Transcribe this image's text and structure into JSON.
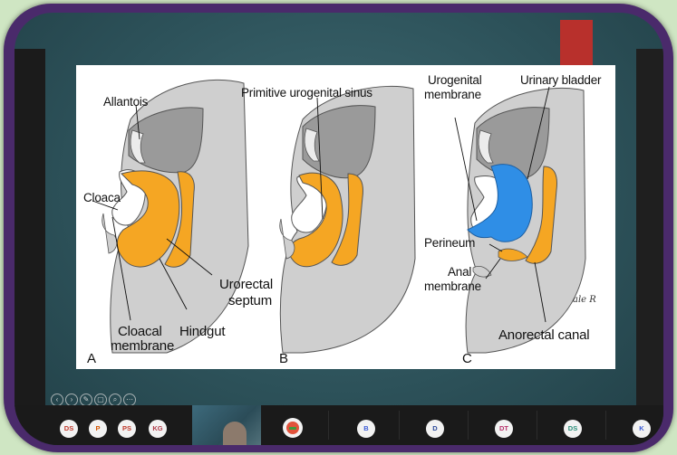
{
  "slide": {
    "labels": {
      "allantois": "Allantois",
      "cloaca": "Cloaca",
      "cloacal_membrane_1": "Cloacal",
      "cloacal_membrane_2": "membrane",
      "hindgut": "Hindgut",
      "urorectal_septum_1": "Urorectal",
      "urorectal_septum_2": "septum",
      "primitive_urogenital_sinus": "Primitive urogenital sinus",
      "urogenital_membrane_1": "Urogenital",
      "urogenital_membrane_2": "membrane",
      "urinary_bladder": "Urinary bladder",
      "perineum": "Perineum",
      "anal_membrane_1": "Anal",
      "anal_membrane_2": "membrane",
      "anorectal_canal": "Anorectal canal",
      "panel_a": "A",
      "panel_b": "B",
      "panel_c": "C",
      "signature": "ale R"
    },
    "colors": {
      "tissue_gray": "#cfcfcf",
      "tissue_dark": "#9a9a9a",
      "gut_orange": "#f5a623",
      "bladder_blue": "#2f8ee6"
    }
  },
  "toolbar": {
    "buttons": [
      {
        "name": "prev-icon",
        "glyph": "‹"
      },
      {
        "name": "next-icon",
        "glyph": "›"
      },
      {
        "name": "pen-icon",
        "glyph": "✎"
      },
      {
        "name": "screen-icon",
        "glyph": "▢"
      },
      {
        "name": "zoom-icon",
        "glyph": "⌕"
      },
      {
        "name": "more-icon",
        "glyph": "⋯"
      }
    ]
  },
  "participants": [
    {
      "initials": "DS",
      "color": "#c0392b"
    },
    {
      "initials": "P",
      "color": "#d35400"
    },
    {
      "initials": "PS",
      "color": "#c0392b"
    },
    {
      "initials": "KG",
      "color": "#b03a48"
    },
    {
      "initials": "B",
      "color": "#3b5bd6"
    },
    {
      "initials": "D",
      "color": "#2c4a9a"
    },
    {
      "initials": "DT",
      "color": "#b8306a"
    },
    {
      "initials": "DS",
      "color": "#2a8f7a"
    },
    {
      "initials": "K",
      "color": "#3b5bd6"
    }
  ]
}
